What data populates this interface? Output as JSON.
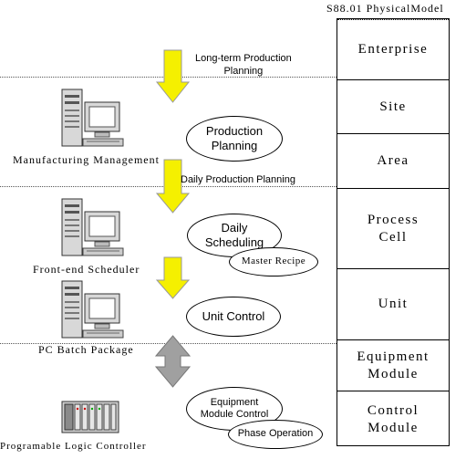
{
  "model_title": "S88.01 PhysicalModel",
  "hierarchy": [
    {
      "label": "Enterprise"
    },
    {
      "label": "Site"
    },
    {
      "label": "Area"
    },
    {
      "label": "Process\nCell"
    },
    {
      "label": "Unit"
    },
    {
      "label": "Equipment\nModule"
    },
    {
      "label": "Control\nModule"
    }
  ],
  "flow_labels": {
    "long_term": "Long-term Production\nPlanning",
    "daily": "Daily Production Planning"
  },
  "functions": {
    "production_planning": "Production\nPlanning",
    "daily_scheduling": "Daily\nScheduling",
    "master_recipe": "Master Recipe",
    "unit_control": "Unit Control",
    "equipment_module_control": "Equipment\nModule Control",
    "phase_operation": "Phase Operation"
  },
  "systems": {
    "manufacturing_management": "Manufacturing Management",
    "front_end_scheduler": "Front-end Scheduler",
    "pc_batch_package": "PC Batch Package",
    "plc": "Programable Logic Controller"
  },
  "colors": {
    "arrow_yellow": "#f5f000",
    "arrow_gray": "#a0a0a0"
  },
  "icons": {
    "computer": "desktop-computer-icon",
    "plc": "plc-rack-icon"
  }
}
